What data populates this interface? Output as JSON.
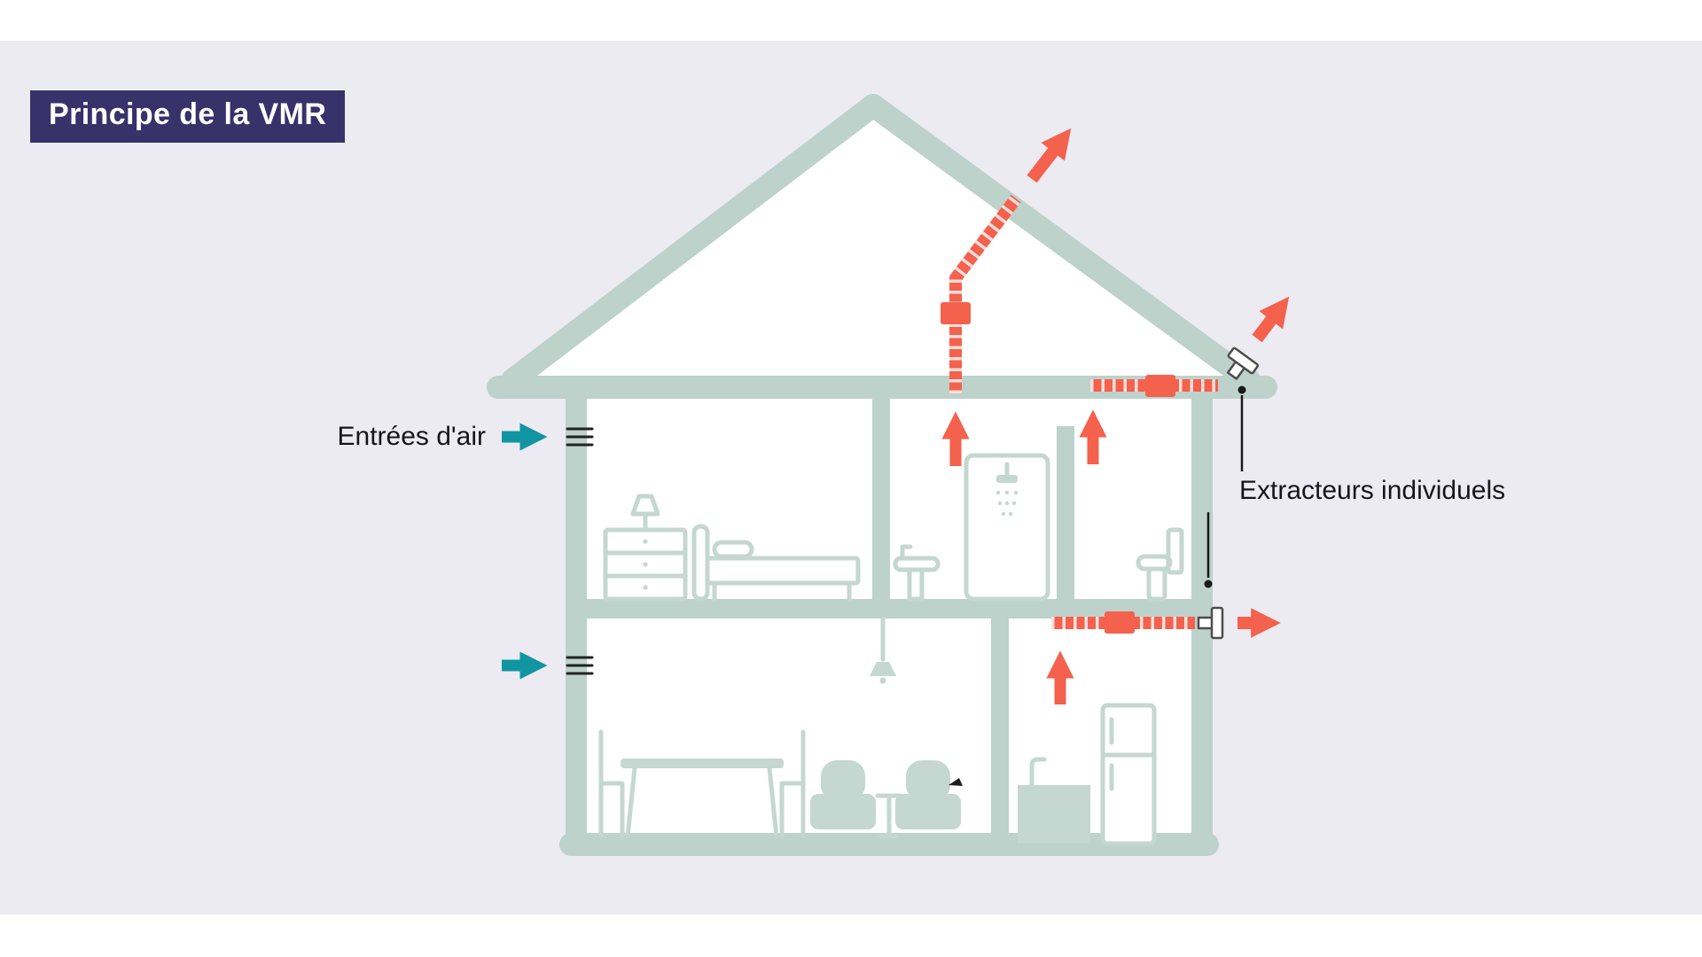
{
  "header": {
    "badge_label": "Principe de la VMR"
  },
  "diagram": {
    "labels": {
      "air_inlets": "Entrées d'air",
      "individual_extractors": "Extracteurs individuels"
    },
    "icons": {
      "inlet-arrow-icon": "➡",
      "exhaust-up-arrow-icon": "⬆",
      "exhaust-out-arrow-icon": "↗",
      "inlet-grille-icon": "≡",
      "extractor-icon": "⊤",
      "duct-coupler-icon": "▮"
    }
  },
  "colors": {
    "canvas_background": "#ECEBF2",
    "page_background": "#FFFFFF",
    "house_structure": "#BCD2CB",
    "furniture": "#C4D7D0",
    "inlet_arrow_teal": "#1295A2",
    "exhaust_coral": "#F4614D",
    "badge_background": "#373269",
    "badge_text": "#FFFFFF",
    "label_text": "#161616",
    "leader_line": "#1A1A1A",
    "extractor_stroke": "#4D4D4D"
  }
}
